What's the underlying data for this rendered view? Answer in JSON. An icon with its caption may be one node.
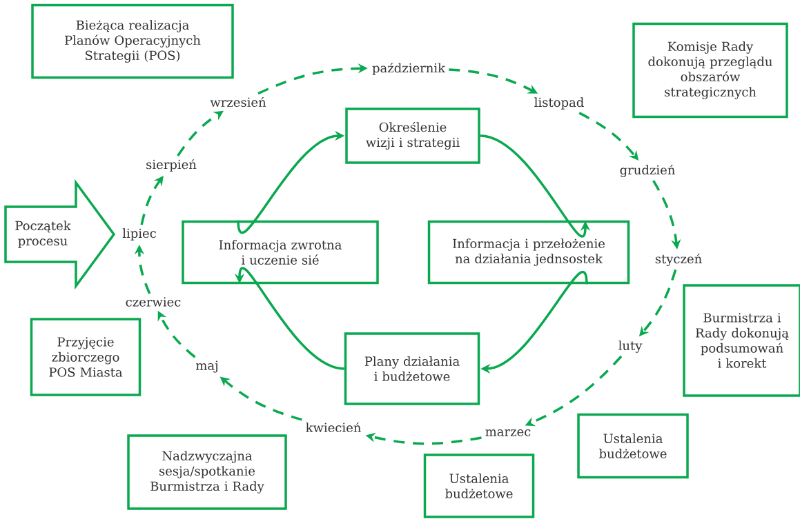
{
  "diagram": {
    "nodes": [
      {
        "text": [
          "Bieżąca realizacja Planów Operacyjnych Strategii (POS)"
        ]
      },
      {
        "text": [
          "październik"
        ]
      },
      {
        "text": [
          "Komisje Rady dokonują przeglądu obszarów strategicznych"
        ]
      },
      {
        "text": [
          "wrzesień"
        ]
      },
      {
        "text": [
          "listopad"
        ]
      },
      {
        "text": [
          "Określenie wizji i strategii"
        ]
      },
      {
        "text": [
          "sierpień"
        ]
      },
      {
        "text": [
          "grudzień"
        ]
      },
      {
        "text": [
          "Początek procesu"
        ]
      },
      {
        "text": [
          "lipiec"
        ]
      },
      {
        "text": [
          "Informacja zwrotna i uczenie sié"
        ]
      },
      {
        "text": [
          "Informacja i przełożenie na działania jednsostek"
        ]
      },
      {
        "text": [
          "styczeń"
        ]
      },
      {
        "text": [
          "Burmistrza i Rady dokonują podsumowań i korekt"
        ]
      },
      {
        "text": [
          "czerwiec"
        ]
      },
      {
        "text": [
          "luty"
        ]
      },
      {
        "text": [
          "Przyjęcie zbiorczego POS Miasta"
        ]
      },
      {
        "text": [
          "maj"
        ]
      },
      {
        "text": [
          "Plany działania i budżetowe"
        ]
      },
      {
        "text": [
          "marzec"
        ]
      },
      {
        "text": [
          "kwiecień"
        ]
      },
      {
        "text": [
          "Ustalenia budżetowe"
        ]
      },
      {
        "text": [
          "Nadzwyczajna sesja/spotkanie Burmistrza i Rady"
        ]
      },
      {
        "text": [
          "Ustalenia budżetowe"
        ]
      }
    ],
    "edges": [
      {
        "from": 9,
        "to": 6,
        "arrow": "to",
        "style": "dashed"
      },
      {
        "from": 6,
        "to": 3,
        "arrow": "to",
        "style": "dashed"
      },
      {
        "from": 3,
        "to": 1,
        "arrow": "to",
        "style": "dashed"
      },
      {
        "from": 1,
        "to": 4,
        "arrow": "to",
        "style": "dashed"
      },
      {
        "from": 4,
        "to": 7,
        "arrow": "to",
        "style": "dashed"
      },
      {
        "from": 7,
        "to": 12,
        "arrow": "to",
        "style": "dashed"
      },
      {
        "from": 12,
        "to": 15,
        "arrow": "to",
        "style": "dashed"
      },
      {
        "from": 15,
        "to": 19,
        "arrow": "to",
        "style": "dashed"
      },
      {
        "from": 19,
        "to": 20,
        "arrow": "to",
        "style": "dashed"
      },
      {
        "from": 20,
        "to": 17,
        "arrow": "to",
        "style": "dashed"
      },
      {
        "from": 17,
        "to": 14,
        "arrow": "to",
        "style": "dashed"
      },
      {
        "from": 14,
        "to": 9,
        "arrow": "to",
        "style": "dashed"
      },
      {
        "from": 10,
        "to": 5,
        "arrow": "to"
      },
      {
        "from": 5,
        "to": 11,
        "arrow": "to"
      },
      {
        "from": 11,
        "to": 18,
        "arrow": "to"
      },
      {
        "from": 18,
        "to": 10,
        "arrow": "to"
      }
    ]
  }
}
